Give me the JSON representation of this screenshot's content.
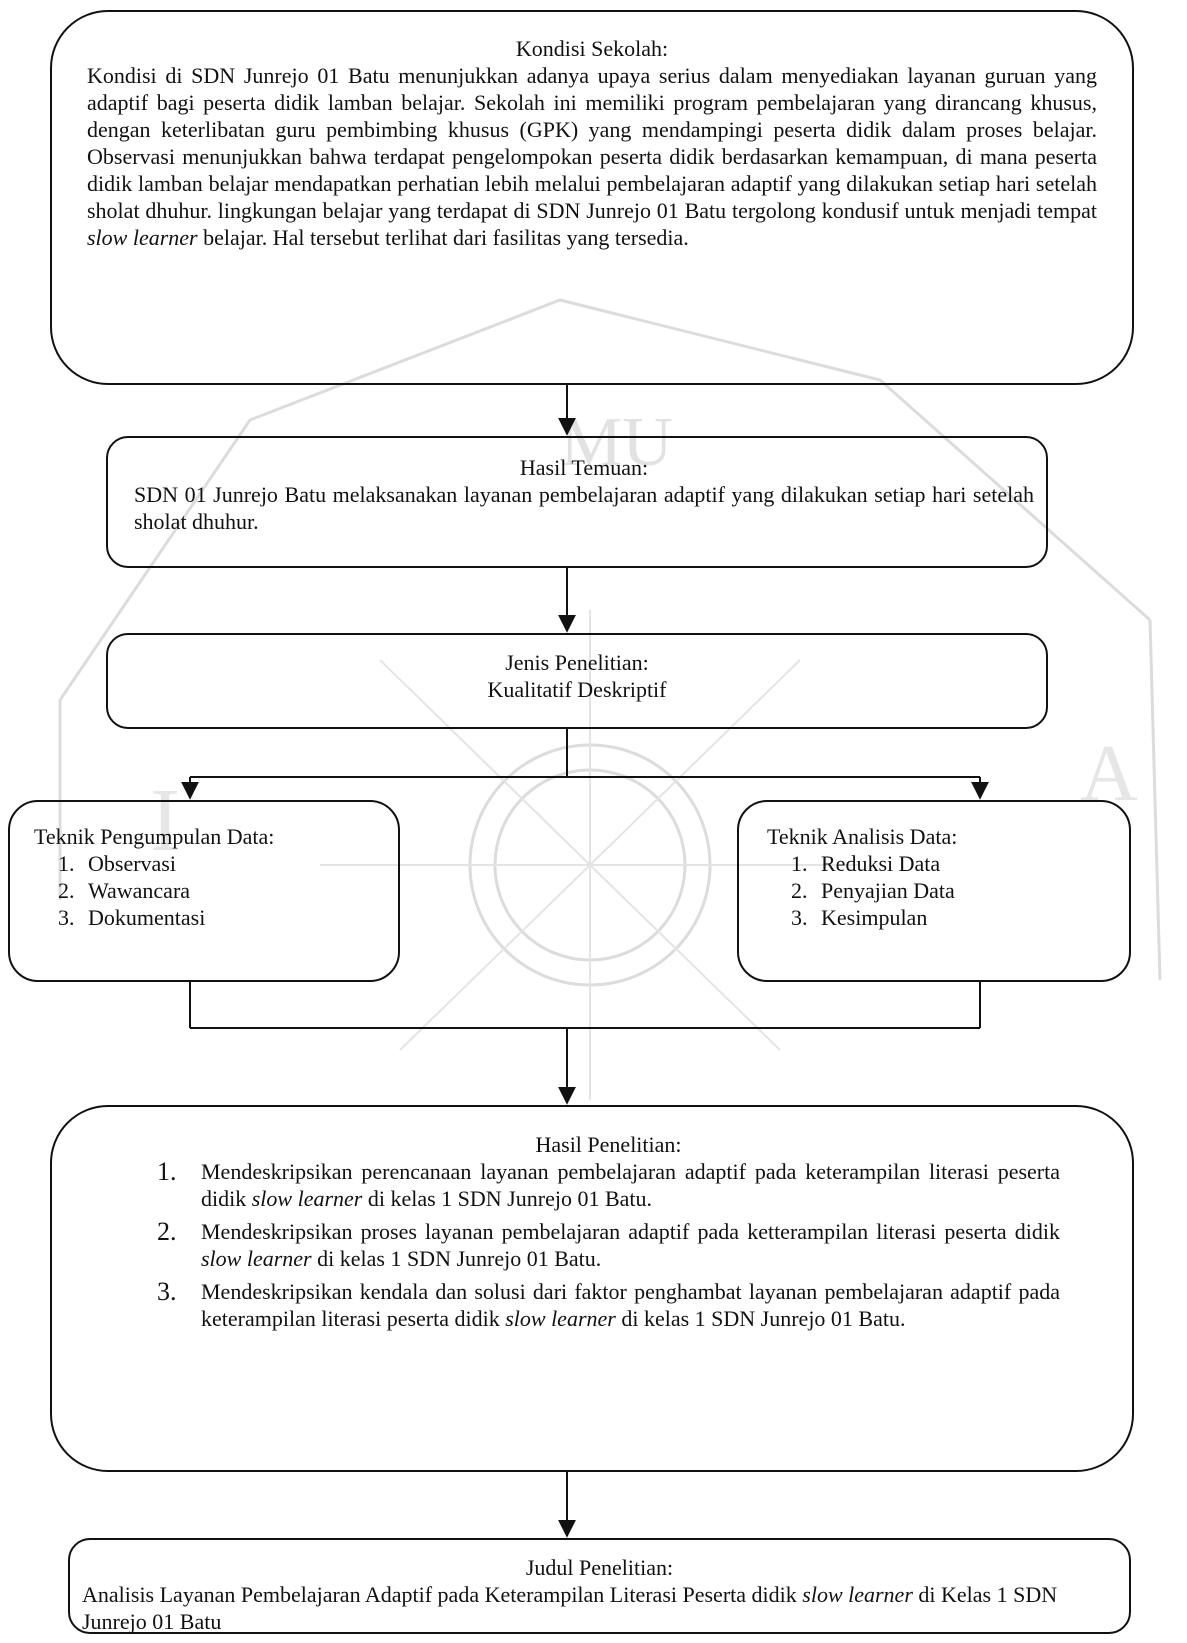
{
  "kondisi": {
    "heading": "Kondisi Sekolah:",
    "text": "Kondisi di SDN Junrejo 01 Batu menunjukkan adanya upaya serius dalam menyediakan layanan guruan yang adaptif bagi peserta didik lamban belajar. Sekolah ini memiliki program pembelajaran yang dirancang khusus, dengan keterlibatan guru pembimbing khusus (GPK) yang mendampingi peserta didik dalam proses belajar. Observasi menunjukkan bahwa terdapat pengelompokan peserta didik berdasarkan kemampuan, di mana peserta didik lamban belajar mendapatkan perhatian lebih melalui pembelajaran adaptif yang dilakukan setiap hari setelah sholat dhuhur. lingkungan belajar yang terdapat di SDN Junrejo 01 Batu tergolong kondusif untuk menjadi tempat ",
    "italic": "slow learner",
    "tail": " belajar. Hal tersebut terlihat dari fasilitas yang tersedia."
  },
  "temuan": {
    "heading": "Hasil Temuan:",
    "text": "SDN 01 Junrejo Batu melaksanakan layanan pembelajaran adaptif yang dilakukan setiap hari setelah sholat dhuhur."
  },
  "jenis": {
    "heading": "Jenis Penelitian:",
    "text": "Kualitatif Deskriptif"
  },
  "pengumpulan": {
    "heading": "Teknik Pengumpulan Data:",
    "items": [
      {
        "num": "1.",
        "label": "Observasi"
      },
      {
        "num": "2.",
        "label": "Wawancara"
      },
      {
        "num": "3.",
        "label": "Dokumentasi"
      }
    ]
  },
  "analisis": {
    "heading": "Teknik Analisis Data:",
    "items": [
      {
        "num": "1.",
        "label": "Reduksi Data"
      },
      {
        "num": "2.",
        "label": "Penyajian Data"
      },
      {
        "num": "3.",
        "label": "Kesimpulan"
      }
    ]
  },
  "hasil": {
    "heading": "Hasil Penelitian:",
    "items": [
      {
        "num": "1.",
        "pre": "Mendeskripsikan perencanaan layanan pembelajaran adaptif pada keterampilan literasi peserta didik ",
        "italic": "slow learner",
        "post": " di kelas 1 SDN Junrejo 01 Batu."
      },
      {
        "num": "2.",
        "pre": "Mendeskripsikan proses layanan pembelajaran adaptif pada ketterampilan literasi peserta didik ",
        "italic": "slow learner",
        "post": " di kelas 1 SDN Junrejo 01 Batu."
      },
      {
        "num": "3.",
        "pre": "Mendeskripsikan kendala dan solusi dari faktor penghambat layanan pembelajaran adaptif pada keterampilan literasi peserta didik ",
        "italic": "slow learner",
        "post": " di kelas 1 SDN Junrejo 01 Batu."
      }
    ]
  },
  "judul": {
    "heading": "Judul Penelitian:",
    "pre": "Analisis Layanan Pembelajaran Adaptif pada Keterampilan Literasi Peserta didik ",
    "italic": "slow learner",
    "post": " di Kelas 1 SDN Junrejo 01 Batu"
  },
  "watermark_color": "#d6d6d6"
}
